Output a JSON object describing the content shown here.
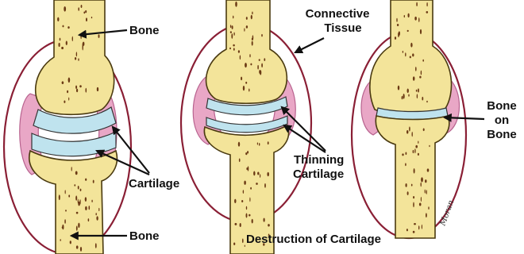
{
  "labels": {
    "bone_top": "Bone",
    "bone_bottom": "Bone",
    "cartilage": "Cartilage",
    "connective_tissue_line1": "Connective",
    "connective_tissue_line2": "Tissue",
    "thinning_line1": "Thinning",
    "thinning_line2": "Cartilage",
    "bone_on_bone_line1": "Bone",
    "bone_on_bone_line2": "on",
    "bone_on_bone_line3": "Bone",
    "caption": "Destruction of Cartilage",
    "signature": "Moran"
  },
  "colors": {
    "bone": "#f3e49a",
    "cartilage": "#bfe3ee",
    "synovium": "#e9a7c6",
    "capsule": "#8a1f35"
  }
}
